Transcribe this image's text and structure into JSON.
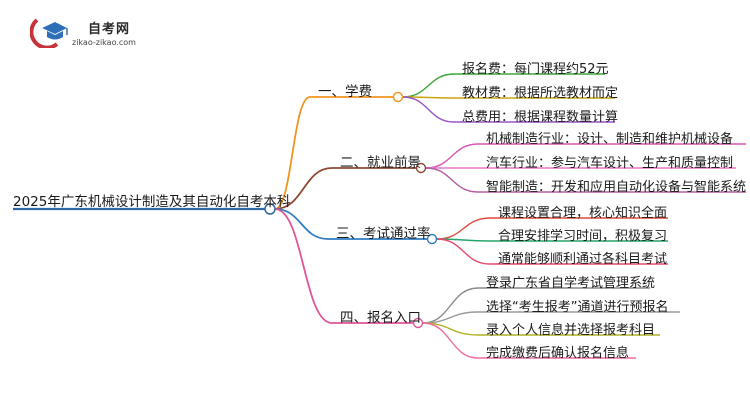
{
  "logo": {
    "title": "自考网",
    "url": "zikao-zikao.com"
  },
  "root": {
    "label": "2025年广东机械设计制造及其自动化自考本科"
  },
  "branches": [
    {
      "label": "一、学费",
      "color": "#f0951f",
      "leaves": [
        {
          "label": "报名费：每门课程约52元",
          "color": "#3aa63a"
        },
        {
          "label": "教材费：根据所选教材而定",
          "color": "#c9a50e"
        },
        {
          "label": "总费用：根据课程数量计算",
          "color": "#9a55c9"
        }
      ]
    },
    {
      "label": "二、就业前景",
      "color": "#8c4a32",
      "leaves": [
        {
          "label": "机械制造行业：设计、制造和维护机械设备",
          "color": "#d855b5"
        },
        {
          "label": "汽车行业：参与汽车设计、生产和质量控制",
          "color": "#e878c8"
        },
        {
          "label": "智能制造：开发和应用自动化设备与智能系统",
          "color": "#b35fa0"
        }
      ]
    },
    {
      "label": "三、考试通过率",
      "color": "#2f7ec2",
      "leaves": [
        {
          "label": "课程设置合理，核心知识全面",
          "color": "#e04a3c"
        },
        {
          "label": "合理安排学习时间，积极复习",
          "color": "#27a46a"
        },
        {
          "label": "通常能够顺利通过各科目考试",
          "color": "#e64a6e"
        }
      ]
    },
    {
      "label": "四、报名入口",
      "color": "#e0559a",
      "leaves": [
        {
          "label": "登录广东省自学考试管理系统",
          "color": "#8a8a8a"
        },
        {
          "label": "选择“考生报考”通道进行预报名",
          "color": "#9a9a9a"
        },
        {
          "label": "录入个人信息并选择报考科目",
          "color": "#b0b020"
        },
        {
          "label": "完成缴费后确认报名信息",
          "color": "#f06aa0"
        }
      ]
    }
  ]
}
